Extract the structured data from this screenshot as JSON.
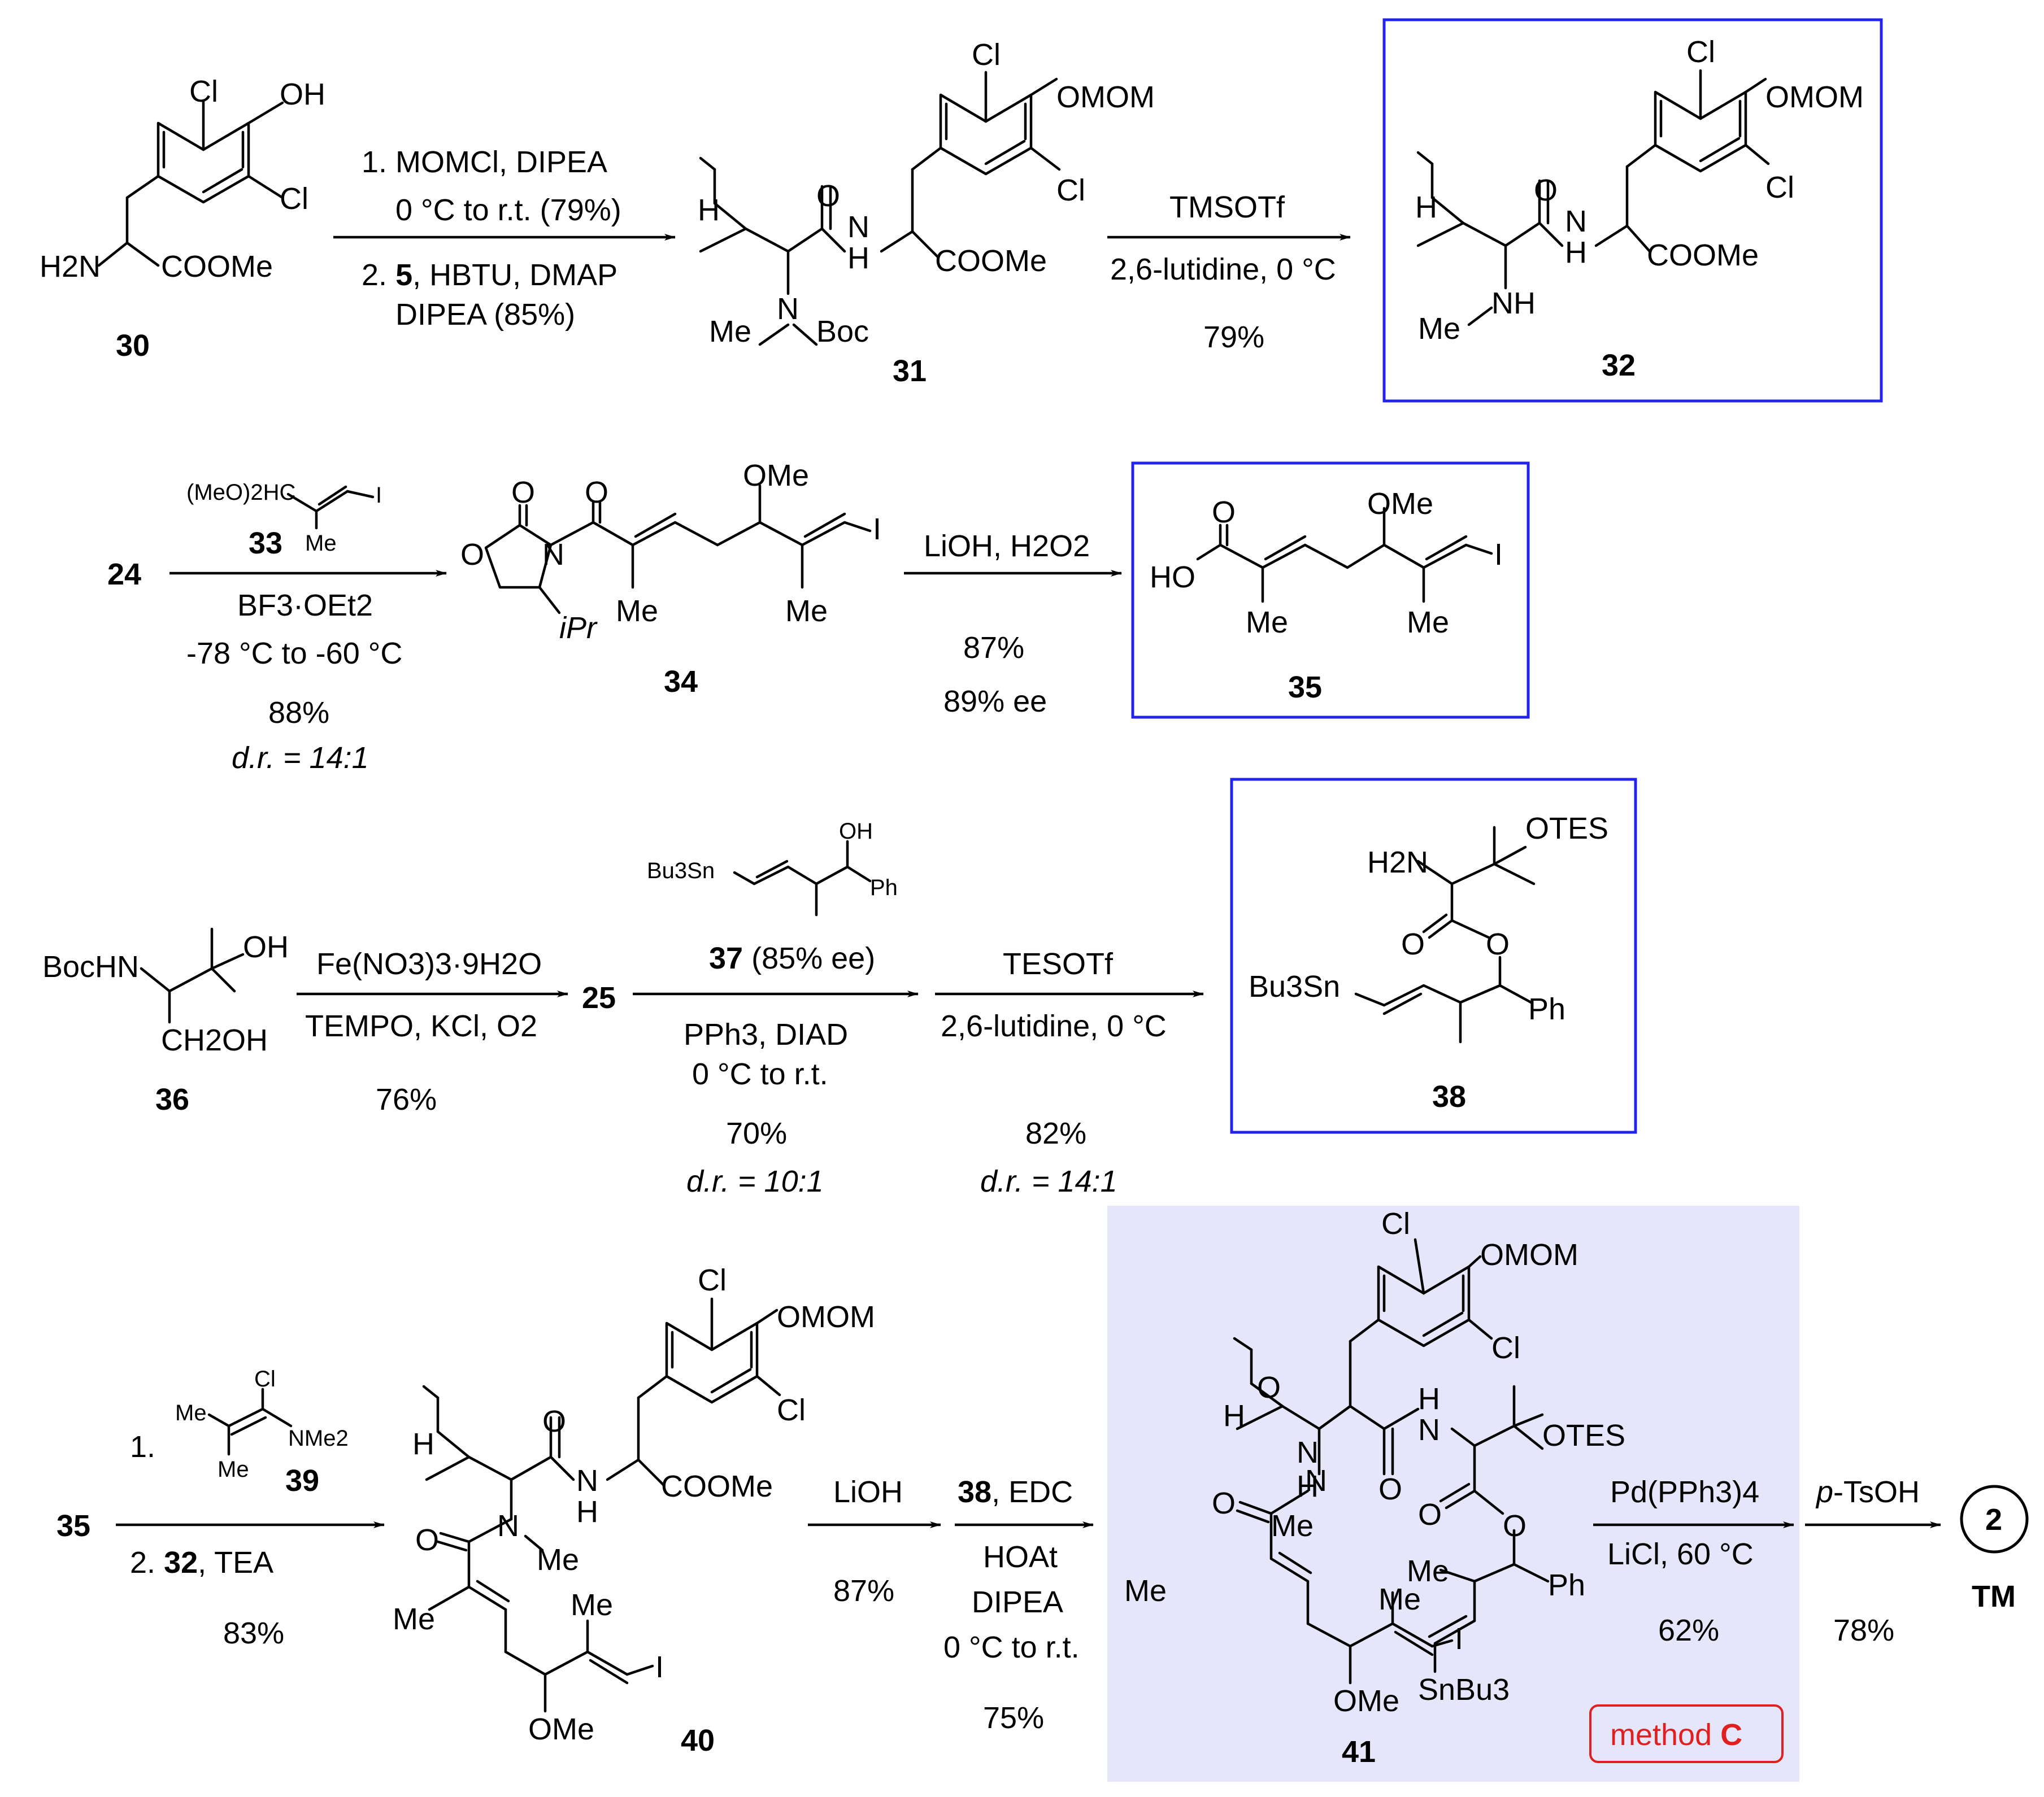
{
  "colors": {
    "highlight_box": "#2323ee",
    "shade": "#e6e6fa",
    "method_label": "#e02020"
  },
  "row1": {
    "sm_30": {
      "number": "30",
      "cl_top": "Cl",
      "oh": "OH",
      "cl_bottom": "Cl",
      "nh2": "H2N",
      "ester": "COOMe"
    },
    "step1": {
      "line1": "1. MOMCl, DIPEA",
      "line2": "0 °C to r.t. (79%)",
      "line3_prefix": "2.",
      "line3_bold": "5",
      "line3_rest": ", HBTU, DMAP",
      "line4": "DIPEA (85%)"
    },
    "int_31": {
      "number": "31",
      "cl_top": "Cl",
      "omom": "OMOM",
      "cl_bottom": "Cl",
      "h_stereo": "H",
      "o": "O",
      "nh": "N",
      "h": "H",
      "ester": "COOMe",
      "n": "N",
      "me": "Me",
      "boc": "Boc"
    },
    "step2": {
      "reagent": "TMSOTf",
      "conditions": "2,6-lutidine, 0 °C",
      "yield": "79%"
    },
    "prod_32": {
      "number": "32",
      "cl_top": "Cl",
      "omom": "OMOM",
      "cl_bottom": "Cl",
      "h_stereo": "H",
      "o": "O",
      "nh": "N",
      "h": "H",
      "ester": "COOMe",
      "nh_me": "NH",
      "me": "Me"
    }
  },
  "row2": {
    "sm_24": "24",
    "reagent_33": {
      "number": "33",
      "acetal": "(MeO)2HC",
      "me": "Me",
      "i": "I"
    },
    "step3": {
      "lewis": "BF3·OEt2",
      "temp": "-78 °C to -60 °C",
      "yield": "88%",
      "dr": "d.r. = 14:1"
    },
    "int_34": {
      "number": "34",
      "o_carbonyl": "O",
      "o_ring": "O",
      "n": "N",
      "o_amide": "O",
      "ipr": "iPr",
      "me1": "Me",
      "ome": "OMe",
      "me2": "Me",
      "i": "I"
    },
    "step4": {
      "reagent": "LiOH, H2O2",
      "yield": "87%",
      "ee": "89% ee"
    },
    "prod_35": {
      "number": "35",
      "o": "O",
      "ho": "HO",
      "me1": "Me",
      "ome": "OMe",
      "me2": "Me",
      "i": "I"
    }
  },
  "row3": {
    "sm_36": {
      "number": "36",
      "bochn": "BocHN",
      "oh": "OH",
      "ch2oh": "CH2OH"
    },
    "step5": {
      "reagent": "Fe(NO3)3·9H2O",
      "conditions": "TEMPO, KCl, O2",
      "yield": "76%"
    },
    "int_25": "25",
    "reagent_37": {
      "bu3sn": "Bu3Sn",
      "oh": "OH",
      "ph": "Ph",
      "label_bold": "37",
      "label_rest": " (85% ee)"
    },
    "step6": {
      "conditions1": "PPh3, DIAD",
      "conditions2": "0 °C to r.t.",
      "yield": "70%",
      "dr": "d.r. = 10:1"
    },
    "step7": {
      "reagent": "TESOTf",
      "conditions": "2,6-lutidine, 0 °C",
      "yield": "82%",
      "dr": "d.r. = 14:1"
    },
    "prod_38": {
      "number": "38",
      "h2n": "H2N",
      "otes": "OTES",
      "o_carbonyl": "O",
      "o_ester": "O",
      "bu3sn": "Bu3Sn",
      "ph": "Ph"
    }
  },
  "row4": {
    "sm_35": "35",
    "reagent_39": {
      "number": "39",
      "cl": "Cl",
      "me_top": "Me",
      "me_bottom": "Me",
      "nme2": "NMe2"
    },
    "step8": {
      "step1": "1.",
      "step2_prefix": "2.",
      "step2_bold": "32",
      "step2_rest": ", TEA",
      "yield": "83%"
    },
    "int_40": {
      "number": "40",
      "cl_top": "Cl",
      "omom": "OMOM",
      "cl_bottom": "Cl",
      "h_stereo": "H",
      "o1": "O",
      "nh": "N",
      "h": "H",
      "ester": "COOMe",
      "o2": "O",
      "n": "N",
      "nme": "Me",
      "me1": "Me",
      "me2": "Me",
      "i": "I",
      "ome": "OMe"
    },
    "step9": {
      "reagent": "LiOH",
      "yield": "87%"
    },
    "step10": {
      "line1_bold": "38",
      "line1_rest": ", EDC",
      "line2": "HOAt",
      "line3": "DIPEA",
      "line4": "0 °C to r.t.",
      "yield": "75%"
    },
    "int_41": {
      "number": "41",
      "cl_top": "Cl",
      "omom": "OMOM",
      "cl_bottom": "Cl",
      "h_stereo": "H",
      "o1": "O",
      "nh1": "N",
      "h1": "H",
      "o2": "O",
      "nh2": "N",
      "h2": "H",
      "otes": "OTES",
      "o3": "O",
      "n": "N",
      "nme": "Me",
      "o_carbonyl": "O",
      "o_ester": "O",
      "me1": "Me",
      "me2": "Me",
      "me3": "Me",
      "ph": "Ph",
      "i": "I",
      "ome": "OMe",
      "snbu3": "SnBu3"
    },
    "step11": {
      "catalyst": "Pd(PPh3)4",
      "conditions": "LiCl, 60 °C",
      "yield": "62%",
      "method_prefix": "method ",
      "method_letter": "C"
    },
    "step12": {
      "reagent_italic": "p",
      "reagent_rest": "-TsOH",
      "yield": "78%"
    },
    "product": {
      "number": "2",
      "label": "TM"
    }
  }
}
